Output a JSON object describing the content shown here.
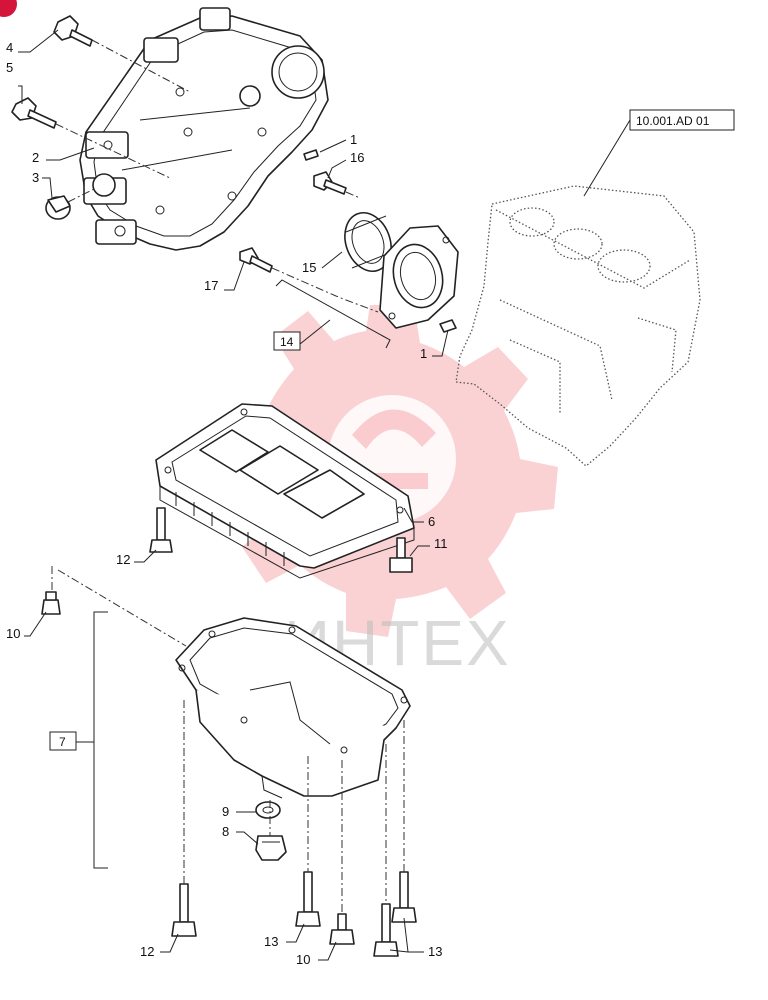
{
  "callouts": [
    {
      "id": "c4",
      "text": "4"
    },
    {
      "id": "c5",
      "text": "5"
    },
    {
      "id": "c2",
      "text": "2"
    },
    {
      "id": "c3",
      "text": "3"
    },
    {
      "id": "c1a",
      "text": "1"
    },
    {
      "id": "c16",
      "text": "16"
    },
    {
      "id": "c15",
      "text": "15"
    },
    {
      "id": "c17",
      "text": "17"
    },
    {
      "id": "c1b",
      "text": "1"
    },
    {
      "id": "c6",
      "text": "6"
    },
    {
      "id": "c11",
      "text": "11"
    },
    {
      "id": "c12a",
      "text": "12"
    },
    {
      "id": "c10a",
      "text": "10"
    },
    {
      "id": "c9",
      "text": "9"
    },
    {
      "id": "c8",
      "text": "8"
    },
    {
      "id": "c12b",
      "text": "12"
    },
    {
      "id": "c13a",
      "text": "13"
    },
    {
      "id": "c10b",
      "text": "10"
    },
    {
      "id": "c13b",
      "text": "13"
    }
  ],
  "boxed_refs": {
    "assembly_14": "14",
    "assembly_7": "7",
    "engine_block_ref": "10.001.AD 01"
  },
  "watermark": {
    "text": "ИНТЕХ",
    "color": "#e8323a"
  }
}
